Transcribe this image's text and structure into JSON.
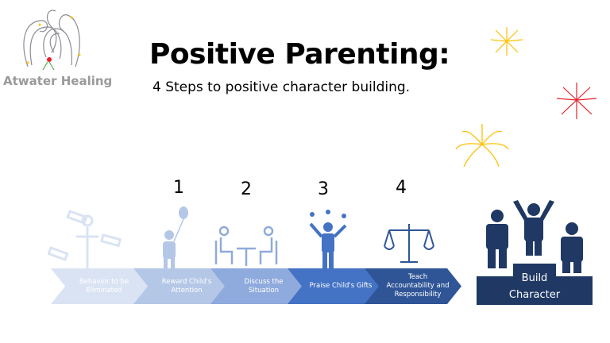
{
  "brand": {
    "name": "Atwater Healing"
  },
  "header": {
    "title": "Positive Parenting:",
    "subtitle": "4 Steps to positive character building."
  },
  "steps": [
    {
      "number": "",
      "label": "Behavior to be Eliminated",
      "color": "#dae3f3"
    },
    {
      "number": "1",
      "label": "Reward Child's Attention",
      "color": "#b4c7e7"
    },
    {
      "number": "2",
      "label": "Discuss the Situation",
      "color": "#8faadc"
    },
    {
      "number": "3",
      "label": "Praise Child's Gifts",
      "color": "#4472c4"
    },
    {
      "number": "4",
      "label": "Teach Accountability and Responsibility",
      "color": "#2f5597"
    }
  ],
  "podium": {
    "line1": "Build",
    "line2": "Character",
    "color": "#1f3864"
  },
  "colors": {
    "firework_yellow": "#ffc000",
    "firework_red": "#e8202a"
  }
}
